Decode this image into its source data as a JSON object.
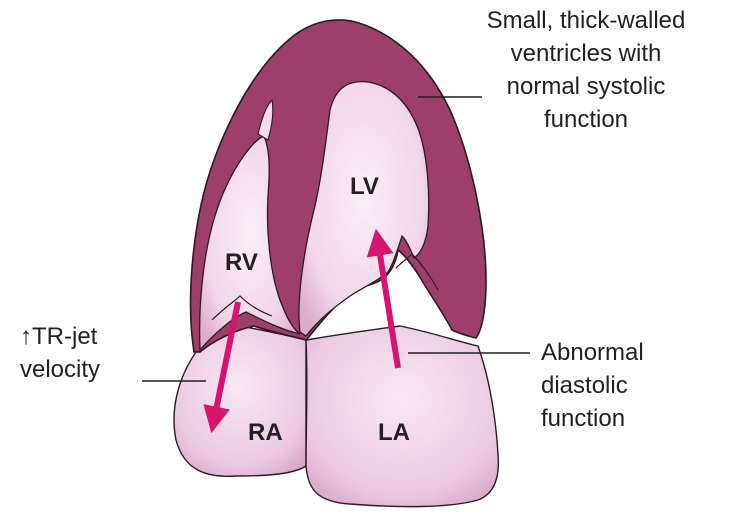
{
  "labels": {
    "rv": "RV",
    "lv": "LV",
    "ra": "RA",
    "la": "LA"
  },
  "callouts": {
    "walls": [
      "Small, thick-walled",
      "ventricles with",
      "normal systolic",
      "function"
    ],
    "tr_jet": [
      "↑TR-jet",
      "velocity"
    ],
    "diastolic": [
      "Abnormal",
      "diastolic",
      "function"
    ]
  },
  "colors": {
    "wall": "#9e3f6a",
    "chamber": "#f3dbec",
    "chamber_deep": "#e5b9d6",
    "arrow": "#d6146e",
    "outline": "#2a1a22"
  }
}
